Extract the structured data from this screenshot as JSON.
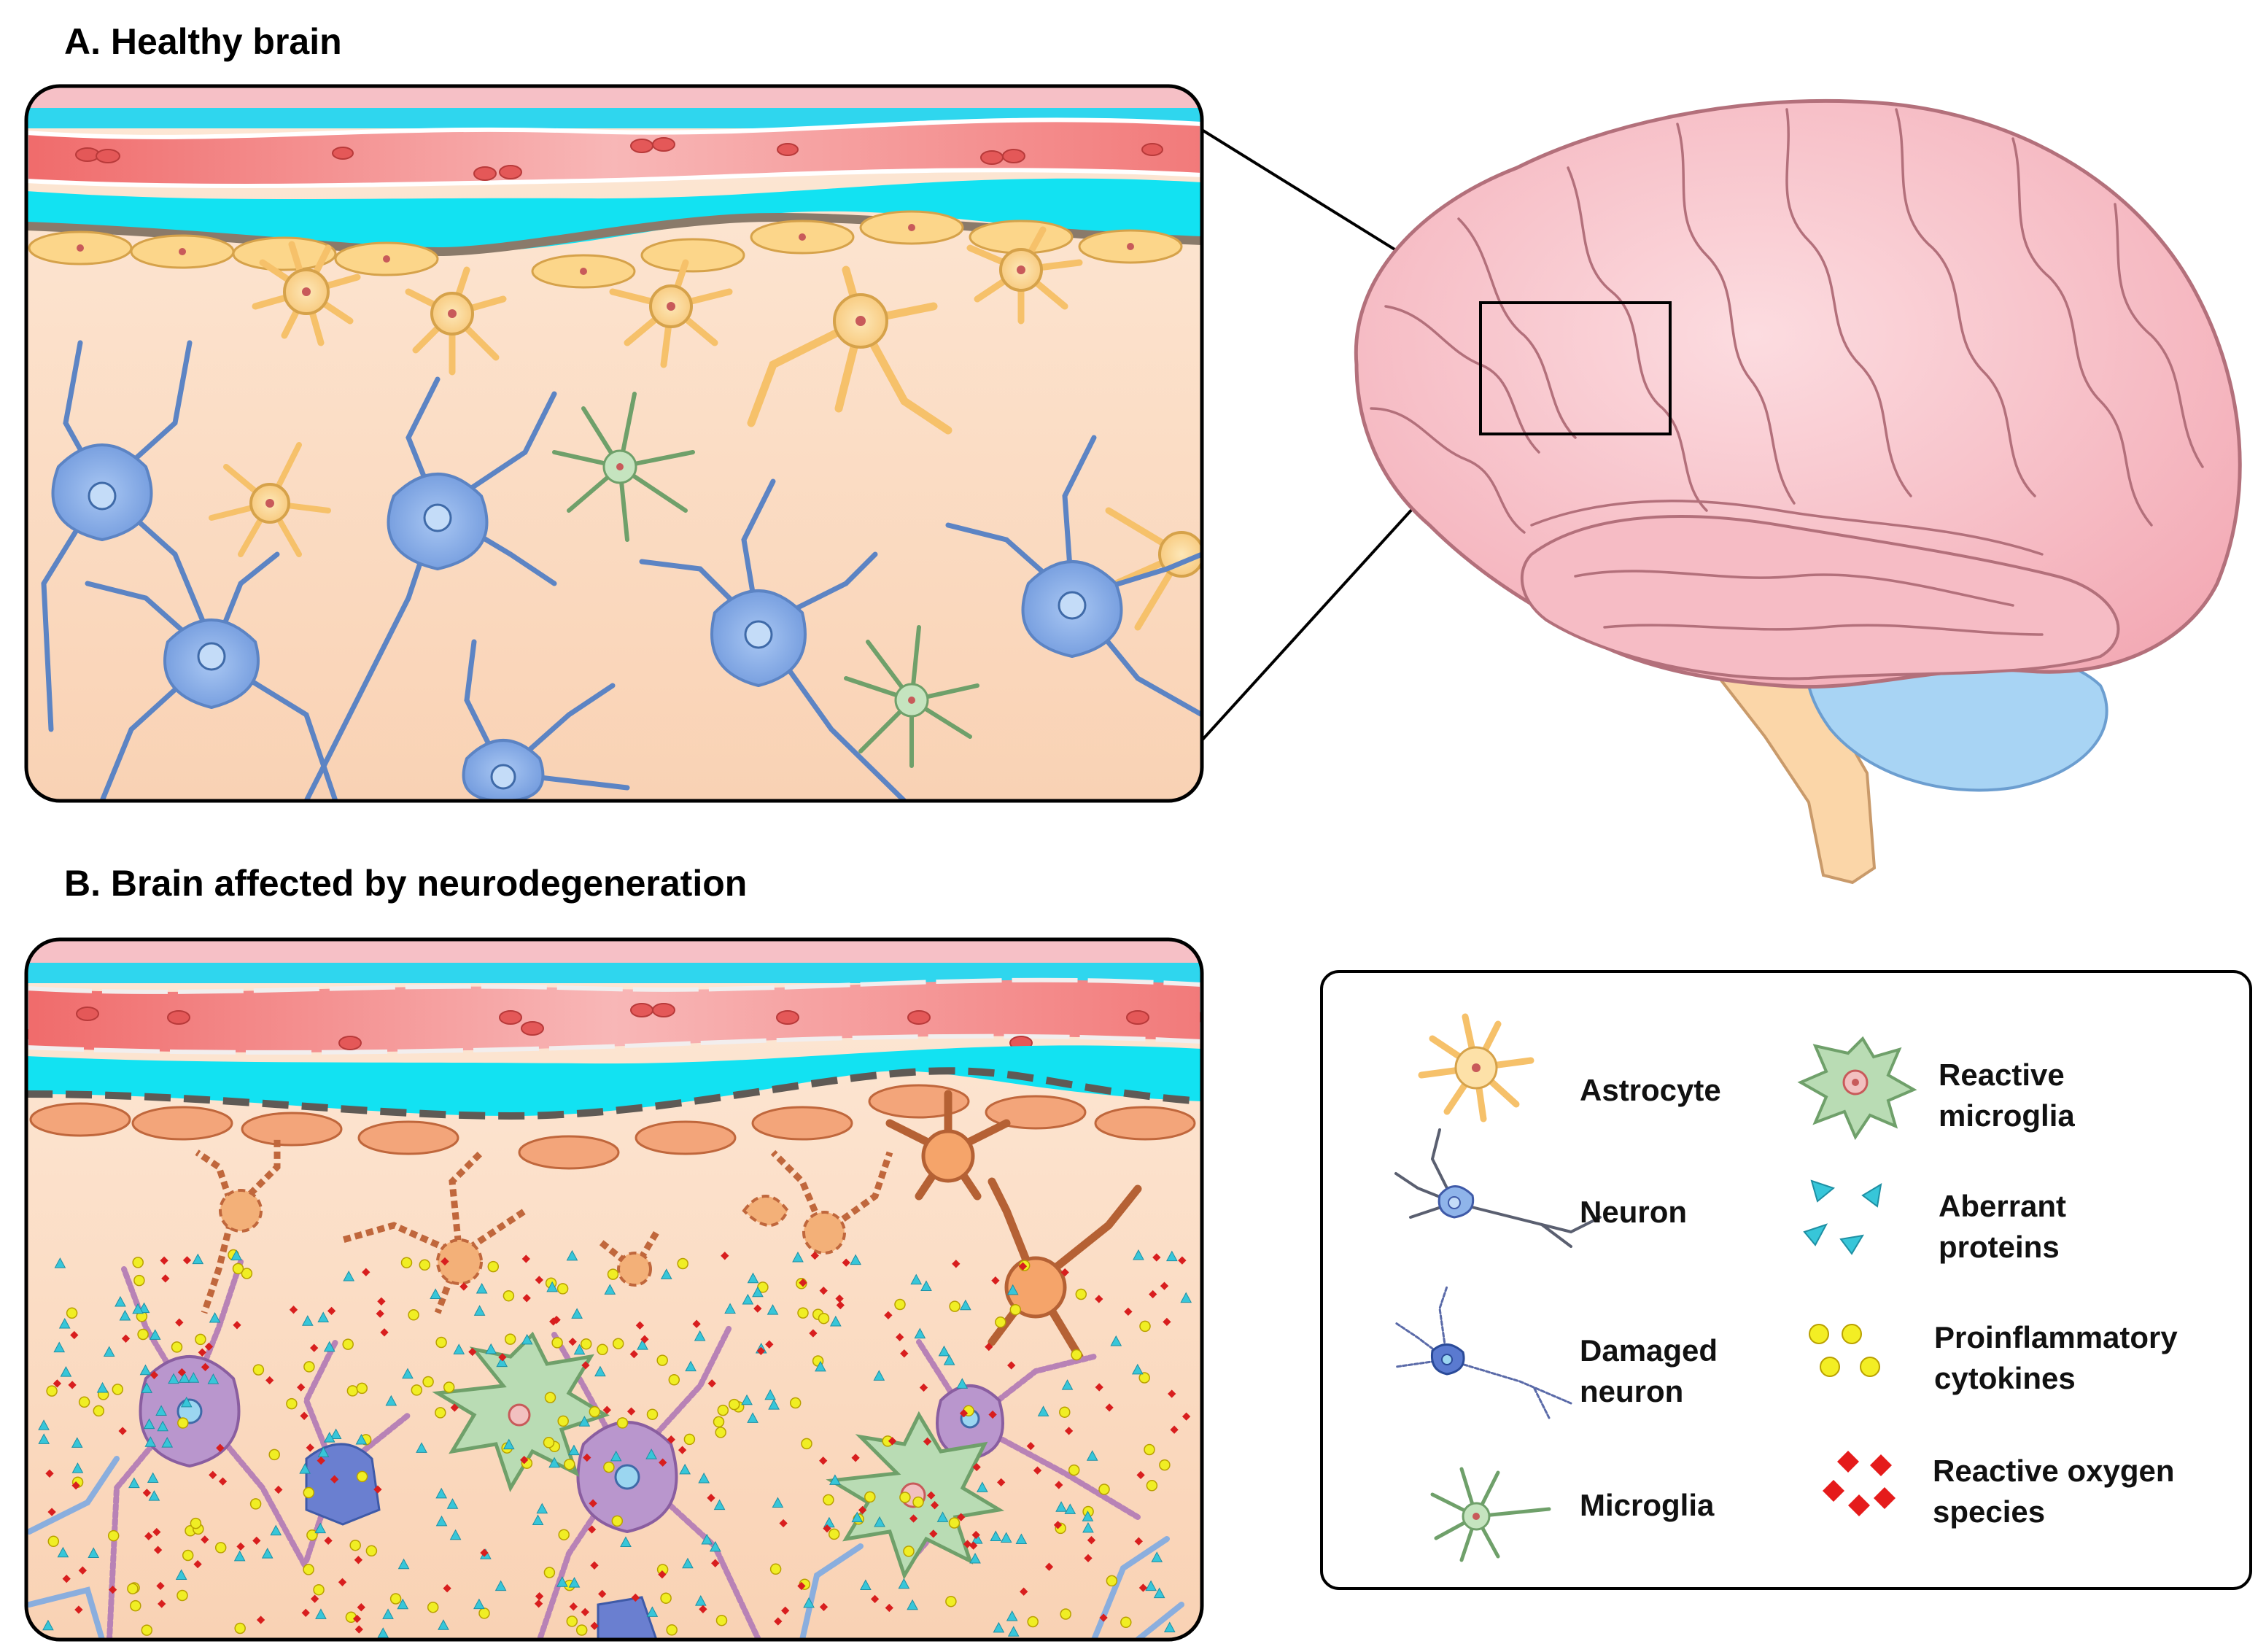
{
  "panel_a": {
    "letter": "A.",
    "title": "Healthy brain"
  },
  "panel_b": {
    "letter": "B.",
    "title": "Brain affected by neurodegeneration"
  },
  "legend": {
    "items": [
      {
        "label": "Astrocyte",
        "icon": "astrocyte-icon"
      },
      {
        "label": "Neuron",
        "icon": "neuron-icon"
      },
      {
        "label": "Damaged\nneuron",
        "icon": "damaged-neuron-icon"
      },
      {
        "label": "Microglia",
        "icon": "microglia-icon"
      },
      {
        "label": "Reactive\nmicroglia",
        "icon": "reactive-microglia-icon"
      },
      {
        "label": "Aberrant\nproteins",
        "icon": "aberrant-proteins-icon"
      },
      {
        "label": "Proinflammatory\ncytokines",
        "icon": "cytokines-icon"
      },
      {
        "label": "Reactive oxygen\nspecies",
        "icon": "ros-icon"
      }
    ]
  },
  "colors": {
    "tissue": "#fbe0c8",
    "vessel": "#f08a8a",
    "csf": "#16dff0",
    "neuron": "#8fb4ea",
    "astrocyte": "#fbd896",
    "microglia": "#b9dcb4",
    "damaged_neuron": "#b58ac7",
    "protein": "#37c6d9",
    "cytokine": "#f0ee24",
    "ros": "#d81e1e",
    "brain": "#f8c9cf",
    "cerebellum": "#a8d4f4"
  }
}
